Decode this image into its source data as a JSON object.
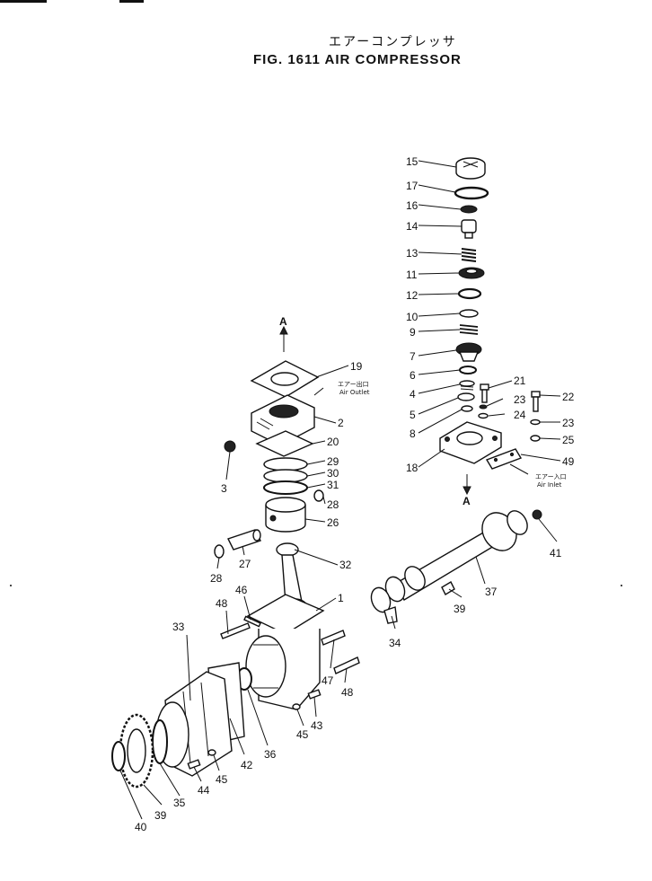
{
  "header": {
    "title_jp": "エアーコンプレッサ",
    "title_en": "FIG. 1611  AIR COMPRESSOR"
  },
  "notes": {
    "air_outlet_jp": "エアー出口",
    "air_outlet_en": "Air Outlet",
    "air_inlet_jp": "エアー入口",
    "air_inlet_en": "Air Inlet",
    "view_a_top": "A",
    "view_a_bottom": "A"
  },
  "callouts": [
    {
      "id": "c15",
      "label": "15"
    },
    {
      "id": "c17",
      "label": "17"
    },
    {
      "id": "c16",
      "label": "16"
    },
    {
      "id": "c14",
      "label": "14"
    },
    {
      "id": "c13",
      "label": "13"
    },
    {
      "id": "c11",
      "label": "11"
    },
    {
      "id": "c12",
      "label": "12"
    },
    {
      "id": "c10",
      "label": "10"
    },
    {
      "id": "c9",
      "label": "9"
    },
    {
      "id": "c7",
      "label": "7"
    },
    {
      "id": "c6",
      "label": "6"
    },
    {
      "id": "c4",
      "label": "4"
    },
    {
      "id": "c5",
      "label": "5"
    },
    {
      "id": "c8",
      "label": "8"
    },
    {
      "id": "c18",
      "label": "18"
    },
    {
      "id": "c21",
      "label": "21"
    },
    {
      "id": "c23a",
      "label": "23"
    },
    {
      "id": "c24",
      "label": "24"
    },
    {
      "id": "c22",
      "label": "22"
    },
    {
      "id": "c23b",
      "label": "23"
    },
    {
      "id": "c25",
      "label": "25"
    },
    {
      "id": "c49",
      "label": "49"
    },
    {
      "id": "c19",
      "label": "19"
    },
    {
      "id": "c2",
      "label": "2"
    },
    {
      "id": "c20",
      "label": "20"
    },
    {
      "id": "c3",
      "label": "3"
    },
    {
      "id": "c29",
      "label": "29"
    },
    {
      "id": "c30",
      "label": "30"
    },
    {
      "id": "c31",
      "label": "31"
    },
    {
      "id": "c28a",
      "label": "28"
    },
    {
      "id": "c26",
      "label": "26"
    },
    {
      "id": "c28b",
      "label": "28"
    },
    {
      "id": "c27",
      "label": "27"
    },
    {
      "id": "c32",
      "label": "32"
    },
    {
      "id": "c41",
      "label": "41"
    },
    {
      "id": "c37",
      "label": "37"
    },
    {
      "id": "c39a",
      "label": "39"
    },
    {
      "id": "c34",
      "label": "34"
    },
    {
      "id": "c1",
      "label": "1"
    },
    {
      "id": "c46",
      "label": "46"
    },
    {
      "id": "c48a",
      "label": "48"
    },
    {
      "id": "c33",
      "label": "33"
    },
    {
      "id": "c47",
      "label": "47"
    },
    {
      "id": "c48b",
      "label": "48"
    },
    {
      "id": "c43",
      "label": "43"
    },
    {
      "id": "c45a",
      "label": "45"
    },
    {
      "id": "c36",
      "label": "36"
    },
    {
      "id": "c42",
      "label": "42"
    },
    {
      "id": "c45b",
      "label": "45"
    },
    {
      "id": "c44",
      "label": "44"
    },
    {
      "id": "c35",
      "label": "35"
    },
    {
      "id": "c39b",
      "label": "39"
    },
    {
      "id": "c40",
      "label": "40"
    }
  ]
}
